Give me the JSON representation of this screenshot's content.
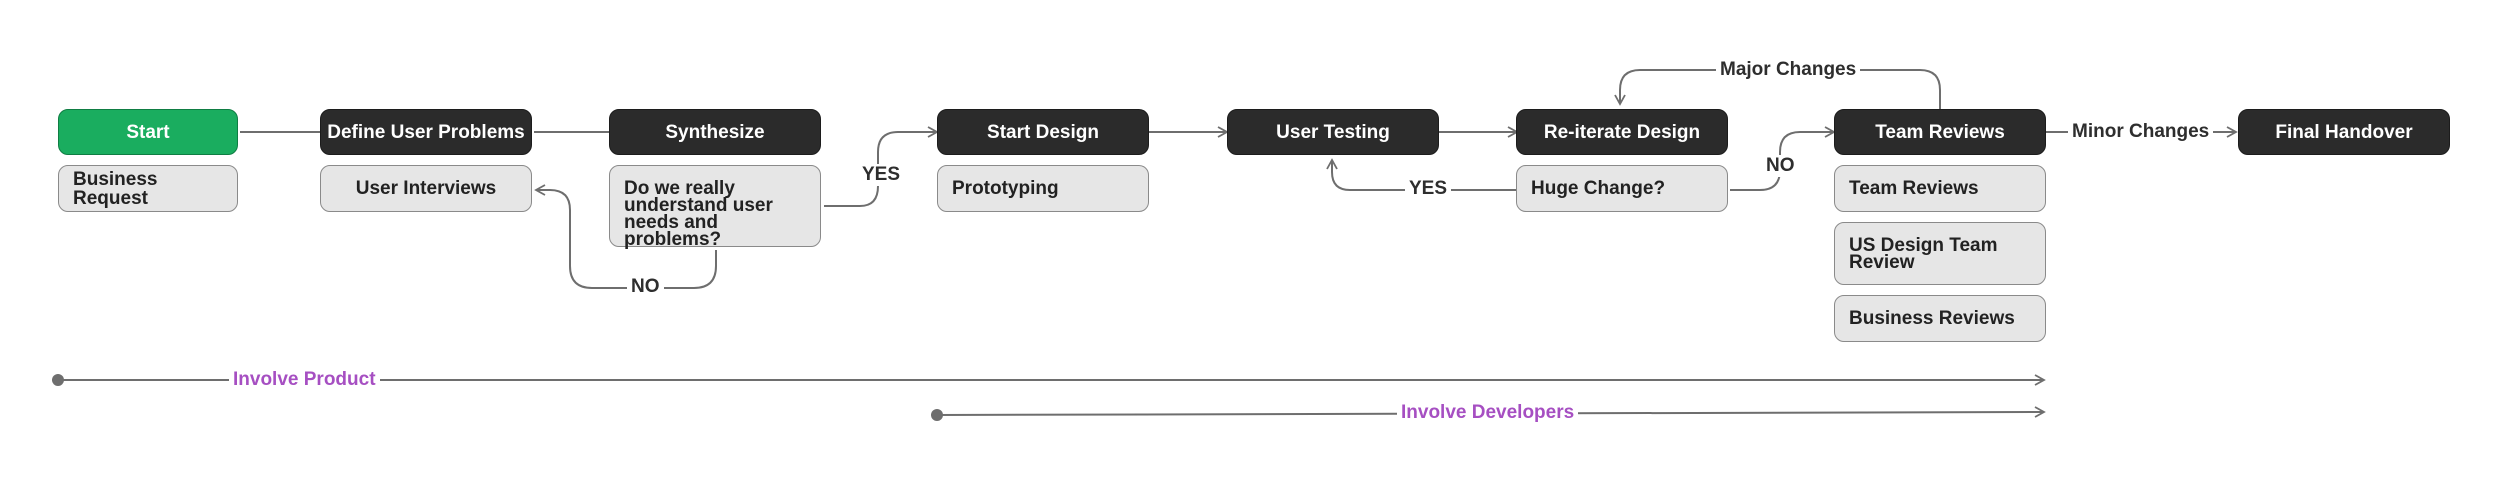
{
  "nodes": {
    "start": "Start",
    "business_request": "Business Request",
    "define_user_problems": "Define User Problems",
    "user_interviews": "User Interviews",
    "synthesize": "Synthesize",
    "understand_question": "Do we really understand user needs and problems?",
    "start_design": "Start Design",
    "prototyping": "Prototyping",
    "user_testing": "User Testing",
    "reiterate_design": "Re-iterate Design",
    "huge_change": "Huge Change?",
    "team_reviews": "Team Reviews",
    "team_reviews_sub": "Team Reviews",
    "us_design_review": "US Design Team Review",
    "business_reviews": "Business Reviews",
    "final_handover": "Final Handover"
  },
  "edge_labels": {
    "yes_to_design": "YES",
    "no_to_interviews": "NO",
    "yes_to_testing": "YES",
    "no_to_reviews": "NO",
    "major_changes": "Major Changes",
    "minor_changes": "Minor Changes"
  },
  "timelines": {
    "involve_product": "Involve Product",
    "involve_developers": "Involve Developers"
  },
  "colors": {
    "start_node": "#1aad5f",
    "step_node": "#2b2b2b",
    "detail_node": "#e6e6e6",
    "timeline_label": "#a64fc2",
    "connector": "#6e6e6e"
  }
}
